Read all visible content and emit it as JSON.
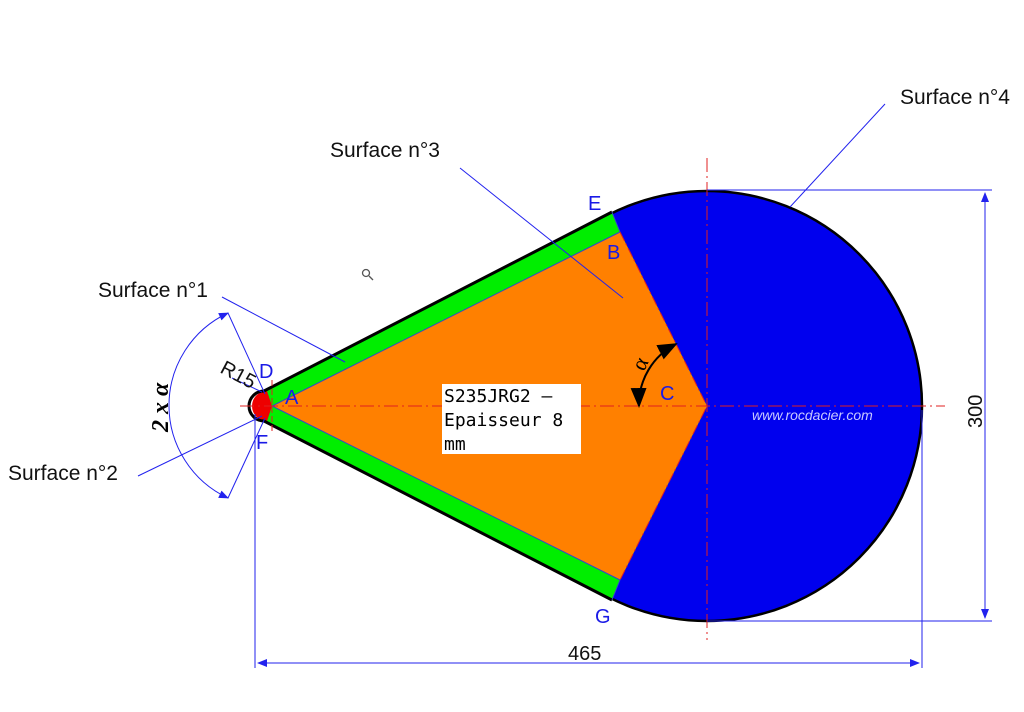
{
  "labels": {
    "surface1": "Surface n°1",
    "surface2": "Surface n°2",
    "surface3": "Surface n°3",
    "surface4": "Surface n°4"
  },
  "points": {
    "A": "A",
    "B": "B",
    "C": "C",
    "D": "D",
    "E": "E",
    "F": "F",
    "G": "G"
  },
  "dimensions": {
    "width": "465",
    "height": "300",
    "radius": "R15",
    "angle_double": "2 x α",
    "angle": "α"
  },
  "material_box": {
    "line1": "S235JRG2 –",
    "line2": "Epaisseur 8",
    "line3": "mm"
  },
  "watermark": "www.rocdacier.com",
  "colors": {
    "sector": "#0000ee",
    "band": "#00ee00",
    "core": "#ff8000",
    "cap": "#ee0000",
    "annotation": "#1a1ae6",
    "centerline": "#e02020"
  }
}
